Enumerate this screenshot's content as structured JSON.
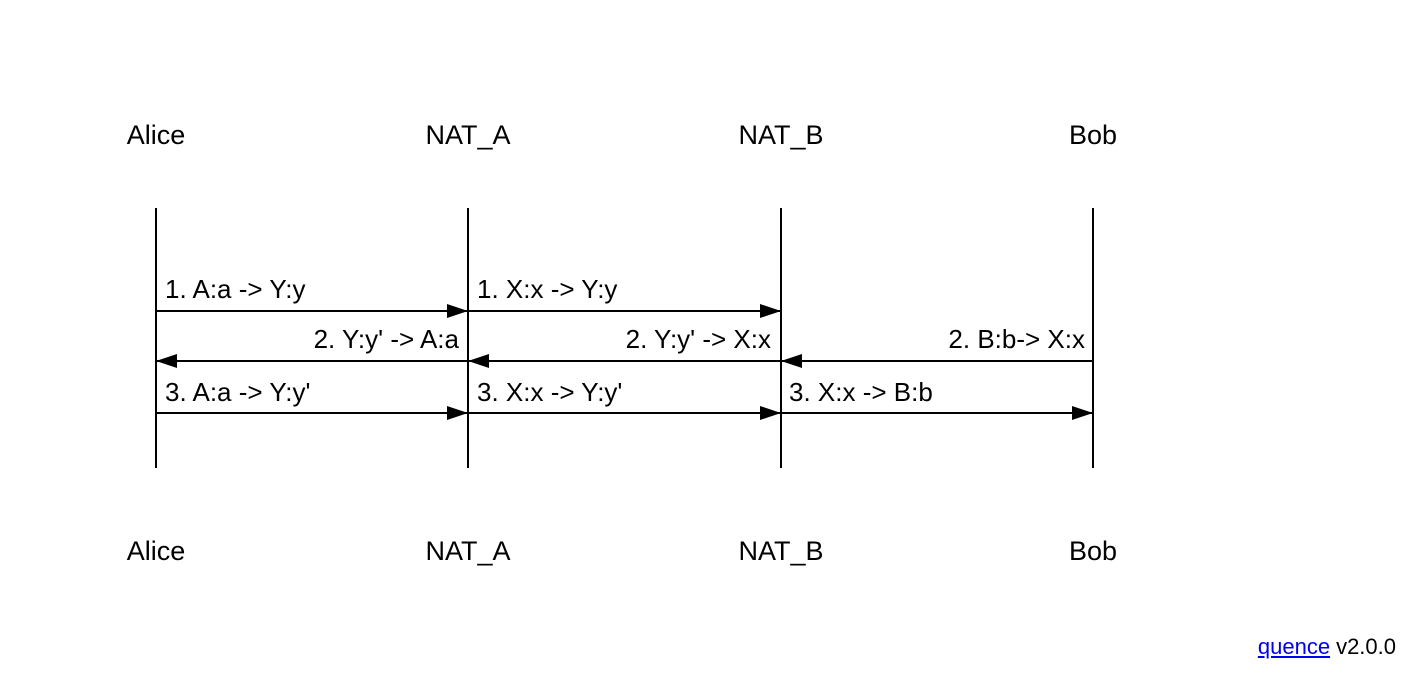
{
  "diagram": {
    "type": "sequence-diagram",
    "participants": [
      "Alice",
      "NAT_A",
      "NAT_B",
      "Bob"
    ],
    "messages": [
      {
        "label": "1. A:a -> Y:y",
        "from": "Alice",
        "to": "NAT_A",
        "direction": "right"
      },
      {
        "label": "1. X:x -> Y:y",
        "from": "NAT_A",
        "to": "NAT_B",
        "direction": "right"
      },
      {
        "label": "2. Y:y' -> A:a",
        "from": "NAT_A",
        "to": "Alice",
        "direction": "left"
      },
      {
        "label": "2. Y:y' -> X:x",
        "from": "NAT_B",
        "to": "NAT_A",
        "direction": "left"
      },
      {
        "label": "2. B:b-> X:x",
        "from": "Bob",
        "to": "NAT_B",
        "direction": "left"
      },
      {
        "label": "3. A:a -> Y:y'",
        "from": "Alice",
        "to": "NAT_A",
        "direction": "right"
      },
      {
        "label": "3. X:x -> Y:y'",
        "from": "NAT_A",
        "to": "NAT_B",
        "direction": "right"
      },
      {
        "label": "3. X:x -> B:b",
        "from": "NAT_B",
        "to": "Bob",
        "direction": "right"
      }
    ],
    "colors": {
      "line": "#000000",
      "text": "#000000",
      "link": "#0000ee",
      "background": "#ffffff"
    }
  },
  "footer": {
    "link_label": "quence",
    "version_label": "v2.0.0"
  }
}
